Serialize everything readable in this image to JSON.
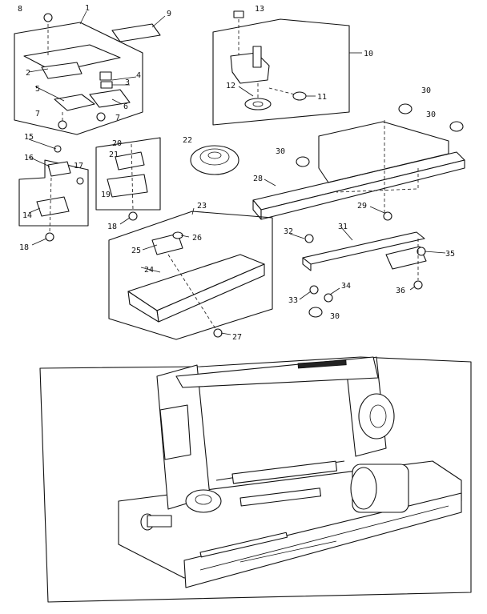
{
  "callouts": [
    {
      "id": "c1",
      "text": "1"
    },
    {
      "id": "c2",
      "text": "2"
    },
    {
      "id": "c3",
      "text": "3"
    },
    {
      "id": "c4",
      "text": "4"
    },
    {
      "id": "c5",
      "text": "5"
    },
    {
      "id": "c6",
      "text": "6"
    },
    {
      "id": "c7a",
      "text": "7"
    },
    {
      "id": "c7b",
      "text": "7"
    },
    {
      "id": "c8",
      "text": "8"
    },
    {
      "id": "c9",
      "text": "9"
    },
    {
      "id": "c10",
      "text": "10"
    },
    {
      "id": "c11",
      "text": "11"
    },
    {
      "id": "c12",
      "text": "12"
    },
    {
      "id": "c13",
      "text": "13"
    },
    {
      "id": "c14",
      "text": "14"
    },
    {
      "id": "c15",
      "text": "15"
    },
    {
      "id": "c16",
      "text": "16"
    },
    {
      "id": "c17",
      "text": "17"
    },
    {
      "id": "c18a",
      "text": "18"
    },
    {
      "id": "c18b",
      "text": "18"
    },
    {
      "id": "c19",
      "text": "19"
    },
    {
      "id": "c20",
      "text": "20"
    },
    {
      "id": "c21",
      "text": "21"
    },
    {
      "id": "c22",
      "text": "22"
    },
    {
      "id": "c23",
      "text": "23"
    },
    {
      "id": "c24",
      "text": "24"
    },
    {
      "id": "c25",
      "text": "25"
    },
    {
      "id": "c26",
      "text": "26"
    },
    {
      "id": "c27",
      "text": "27"
    },
    {
      "id": "c28",
      "text": "28"
    },
    {
      "id": "c29",
      "text": "29"
    },
    {
      "id": "c30a",
      "text": "30"
    },
    {
      "id": "c30b",
      "text": "30"
    },
    {
      "id": "c30c",
      "text": "30"
    },
    {
      "id": "c30d",
      "text": "30"
    },
    {
      "id": "c31",
      "text": "31"
    },
    {
      "id": "c32",
      "text": "32"
    },
    {
      "id": "c33",
      "text": "33"
    },
    {
      "id": "c34",
      "text": "34"
    },
    {
      "id": "c35",
      "text": "35"
    },
    {
      "id": "c36",
      "text": "36"
    }
  ]
}
